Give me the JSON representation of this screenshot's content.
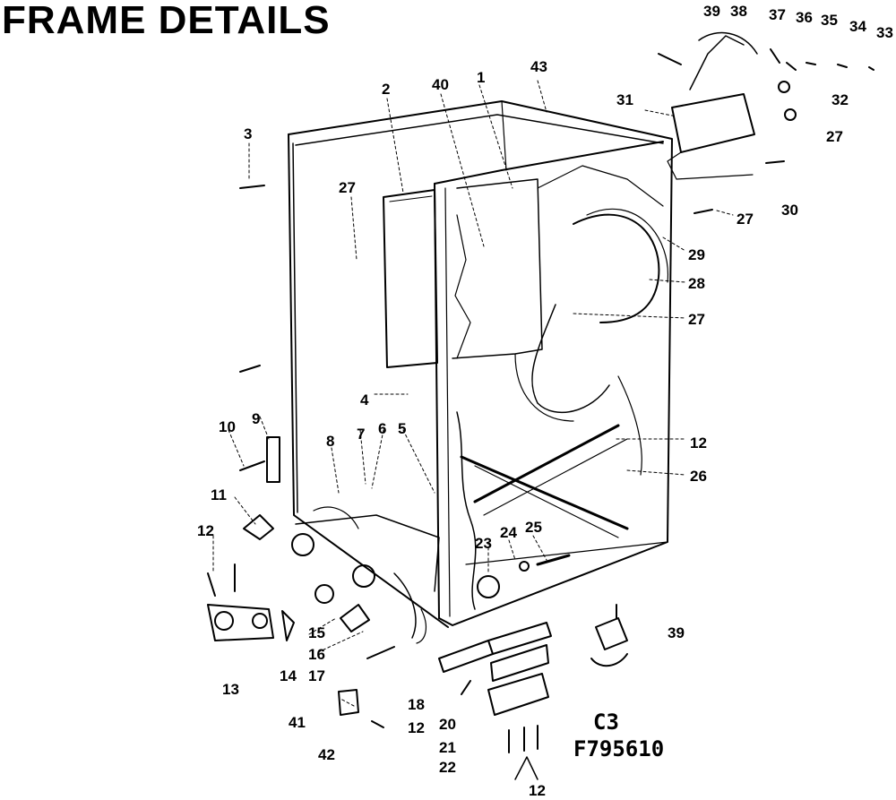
{
  "title": "FRAME DETAILS",
  "model_code": "C3",
  "drawing_number": "F795610",
  "callouts": {
    "c1": "1",
    "c2": "2",
    "c3": "3",
    "c4": "4",
    "c5": "5",
    "c6": "6",
    "c7": "7",
    "c8": "8",
    "c9": "9",
    "c10": "10",
    "c11": "11",
    "c12a": "12",
    "c12b": "12",
    "c12c": "12",
    "c12d": "12",
    "c13": "13",
    "c14": "14",
    "c15": "15",
    "c16": "16",
    "c17": "17",
    "c18": "18",
    "c20": "20",
    "c21": "21",
    "c22": "22",
    "c23": "23",
    "c24": "24",
    "c25": "25",
    "c26": "26",
    "c27a": "27",
    "c27b": "27",
    "c27c": "27",
    "c27d": "27",
    "c28": "28",
    "c29": "29",
    "c30": "30",
    "c31": "31",
    "c32": "32",
    "c33": "33",
    "c34": "34",
    "c35": "35",
    "c36": "36",
    "c37": "37",
    "c38": "38",
    "c39a": "39",
    "c39b": "39",
    "c40": "40",
    "c41": "41",
    "c42": "42",
    "c43": "43"
  }
}
